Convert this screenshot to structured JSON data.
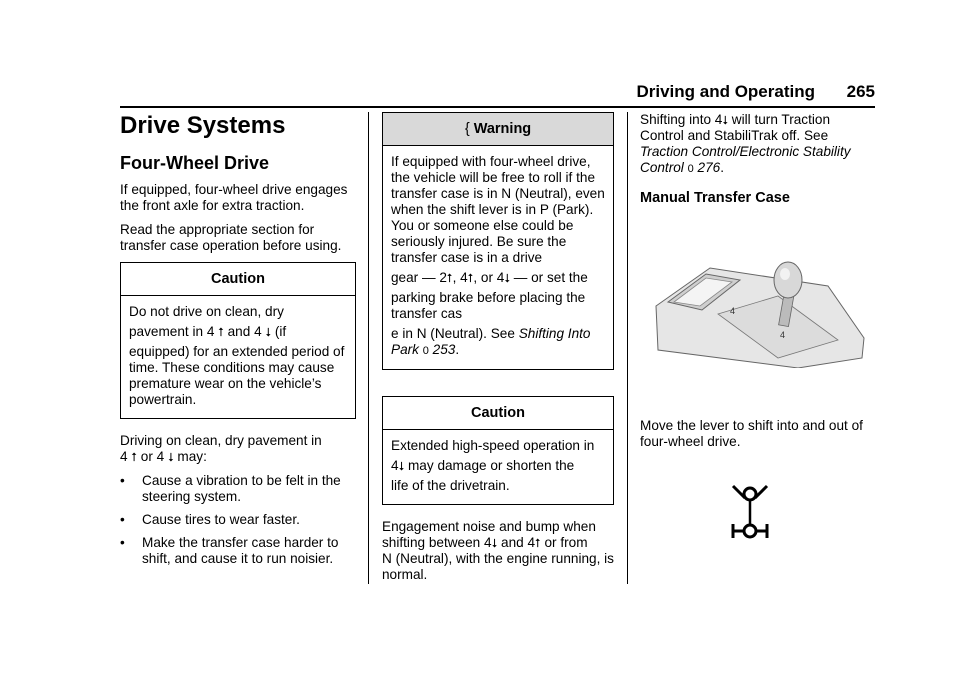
{
  "header": {
    "section": "Driving and Operating",
    "page_number": "265"
  },
  "col1": {
    "h1": "Drive Systems",
    "h2": "Four-Wheel Drive",
    "p1": "If equipped, four-wheel drive engages the front axle for extra traction.",
    "p2": "Read the appropriate section for transfer case operation before using.",
    "caution": {
      "title": "Caution",
      "line1": "Do not drive on clean, dry",
      "line2_a": "pavement in 4",
      "line2_b": "and 4",
      "line2_c": "(if",
      "rest": "equipped) for an extended period of time. These conditions may cause premature wear on the vehicle’s powertrain."
    },
    "p3_line1": "Driving on clean, dry pavement in",
    "p3_a": "4",
    "p3_b": "or 4",
    "p3_c": "may:",
    "bullets": [
      "Cause a vibration to be felt in the steering system.",
      "Cause tires to wear faster.",
      "Make the transfer case harder to shift, and cause it to run noisier."
    ],
    "bullet_char": "•",
    "arrow_up": "⭡",
    "arrow_down": "⭣"
  },
  "col2": {
    "warning": {
      "icon": "{",
      "title": "Warning",
      "body_1": "If equipped with four-wheel drive, the vehicle will be free to roll if the transfer case is in N (Neutral), even when the shift lever is in P (Park). You or someone else could be seriously injured. Be sure the transfer case is in a drive",
      "gear_a": "gear — 2",
      "gear_b": ", 4",
      "gear_c": ", or 4",
      "gear_d": "— or set the",
      "body_2": "parking brake before placing the transfer cas",
      "body_3a": "e in N (Neutral). See",
      "link": "Shifting Into Park",
      "ref_arrow": "0",
      "ref_page": "253",
      "end": "."
    },
    "caution": {
      "title": "Caution",
      "line1": "Extended high-speed operation in",
      "line2_a": "4",
      "line2_b": "may damage or shorten the",
      "line3": "life of the drivetrain."
    },
    "p1_line1": "Engagement noise and bump when",
    "p1_a": "shifting between 4",
    "p1_b": "and 4",
    "p1_c": "or from",
    "p1_rest": "N (Neutral), with the engine running, is normal."
  },
  "col3": {
    "p1_a": "Shifting into 4",
    "p1_b": "will turn Traction",
    "p1_line2": "Control and StabiliTrak off. See",
    "p1_link": "Traction Control/Electronic Stability Control",
    "p1_ref_arrow": "0",
    "p1_ref_page": "276",
    "p1_end": ".",
    "h3": "Manual Transfer Case",
    "p2": "Move the lever to shift into and out of four-wheel drive."
  },
  "colors": {
    "text": "#000000",
    "warning_header": "#d9d9d9",
    "illustration_fill": "#e6e6e6",
    "illustration_stroke": "#666666"
  }
}
